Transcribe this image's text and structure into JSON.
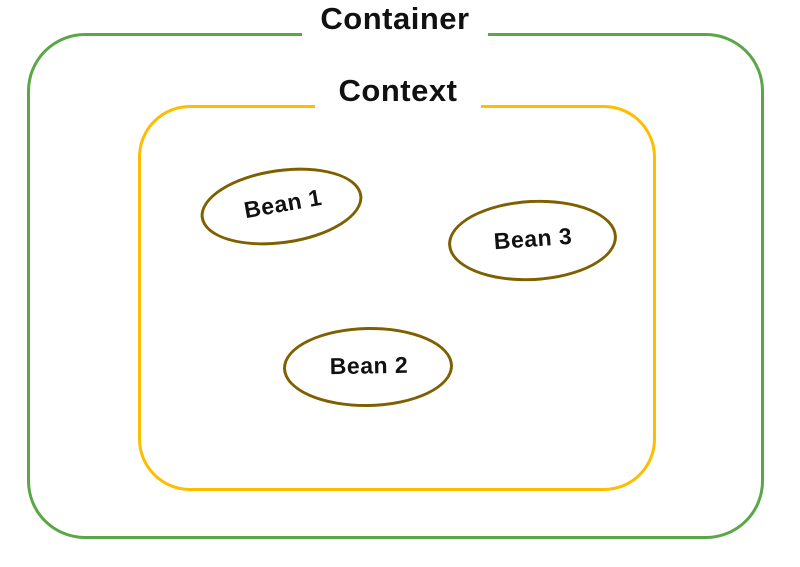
{
  "diagram": {
    "container": {
      "label": "Container"
    },
    "context": {
      "label": "Context"
    },
    "beans": [
      {
        "label": "Bean 1"
      },
      {
        "label": "Bean 2"
      },
      {
        "label": "Bean 3"
      }
    ]
  },
  "colors": {
    "background": "#FFFFFF",
    "container_border": "#5BA747",
    "context_border": "#FFBD00",
    "bean_border": "#7F6000",
    "label_text": "#111111"
  }
}
